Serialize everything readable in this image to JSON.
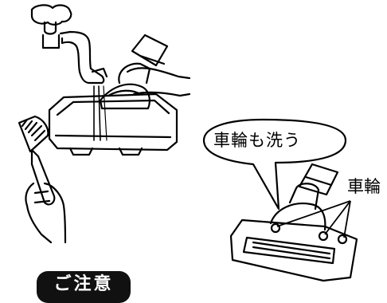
{
  "callout": {
    "text": "車輪も洗う"
  },
  "part_label": {
    "text": "車輪"
  },
  "caution": {
    "label": "ご注意"
  },
  "icons": [
    "faucet-icon",
    "brush-icon",
    "nozzle-head-icon"
  ]
}
